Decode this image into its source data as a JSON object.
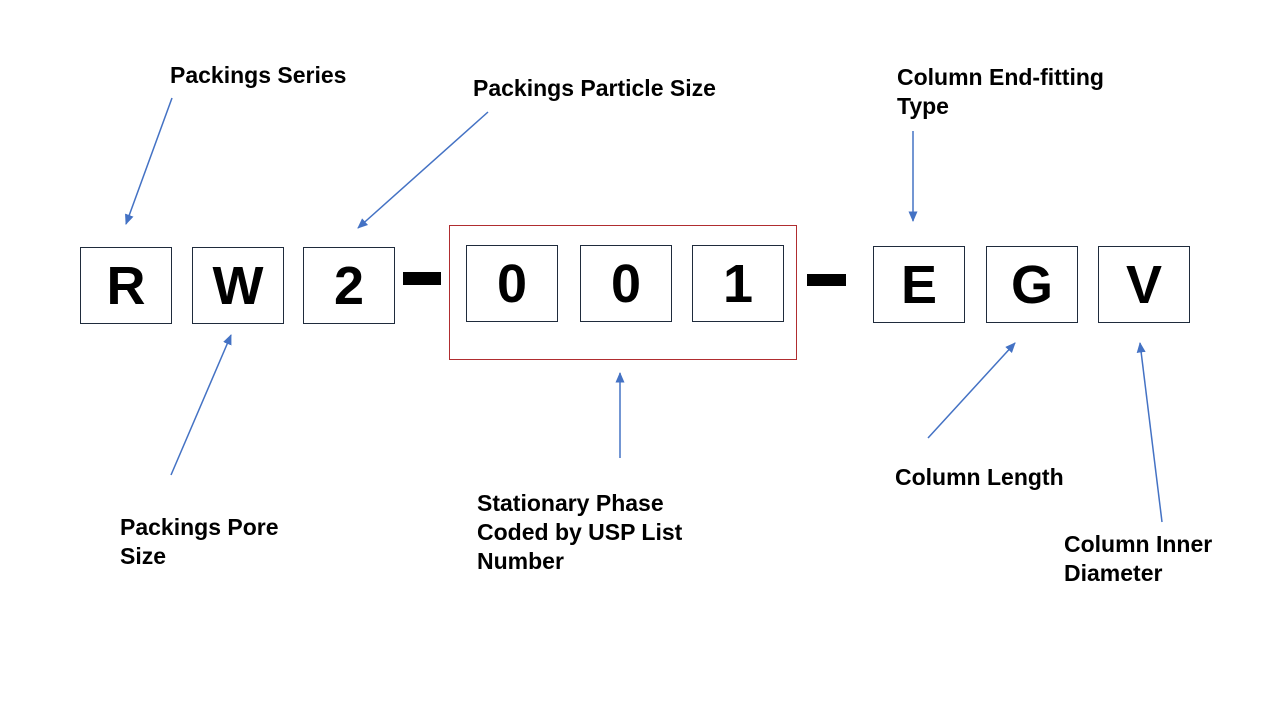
{
  "diagram": {
    "title_hint": "Column part number nomenclature",
    "code": {
      "group1": [
        "R",
        "W",
        "2"
      ],
      "group2": [
        "0",
        "0",
        "1"
      ],
      "group3": [
        "E",
        "G",
        "V"
      ],
      "separator": "-"
    },
    "labels": {
      "packings_series": "Packings Series",
      "packings_particle_size": "Packings Particle Size",
      "column_end_fitting_type": "Column End-fitting Type",
      "packings_pore_size": "Packings Pore Size",
      "stationary_phase": "Stationary Phase Coded by USP List Number",
      "column_length": "Column Length",
      "column_inner_diameter": "Column Inner Diameter"
    },
    "colors": {
      "arrow": "#4472C4",
      "box_border": "#1F2B3C",
      "highlight_border": "#B02D30",
      "text": "#000000",
      "background": "#FFFFFF"
    }
  }
}
